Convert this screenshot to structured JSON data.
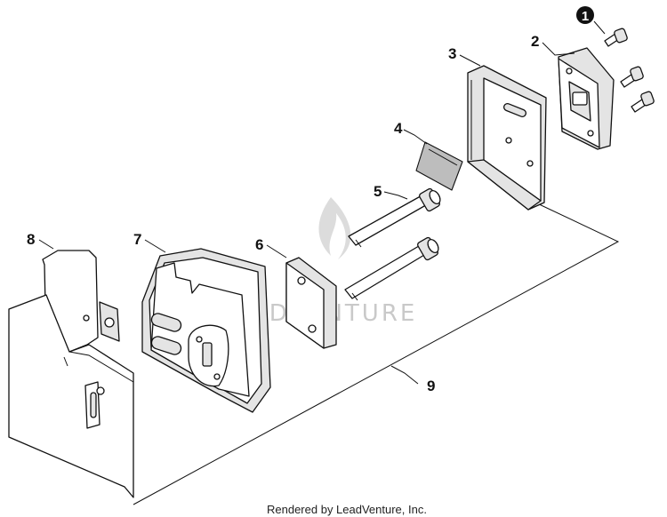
{
  "diagram": {
    "callouts": [
      {
        "id": "c1",
        "text": "1",
        "style": "filled-circle"
      },
      {
        "id": "c2",
        "text": "2"
      },
      {
        "id": "c3",
        "text": "3"
      },
      {
        "id": "c4",
        "text": "4"
      },
      {
        "id": "c5",
        "text": "5"
      },
      {
        "id": "c6",
        "text": "6"
      },
      {
        "id": "c7",
        "text": "7"
      },
      {
        "id": "c8",
        "text": "8"
      },
      {
        "id": "c9",
        "text": "9"
      }
    ],
    "watermark": "LEADVENTURE",
    "credit": "Rendered by LeadVenture, Inc."
  },
  "colors": {
    "line": "#111111",
    "part_fill": "#ffffff",
    "shade": "#e4e4e4",
    "watermark": "#c9c9c9"
  }
}
